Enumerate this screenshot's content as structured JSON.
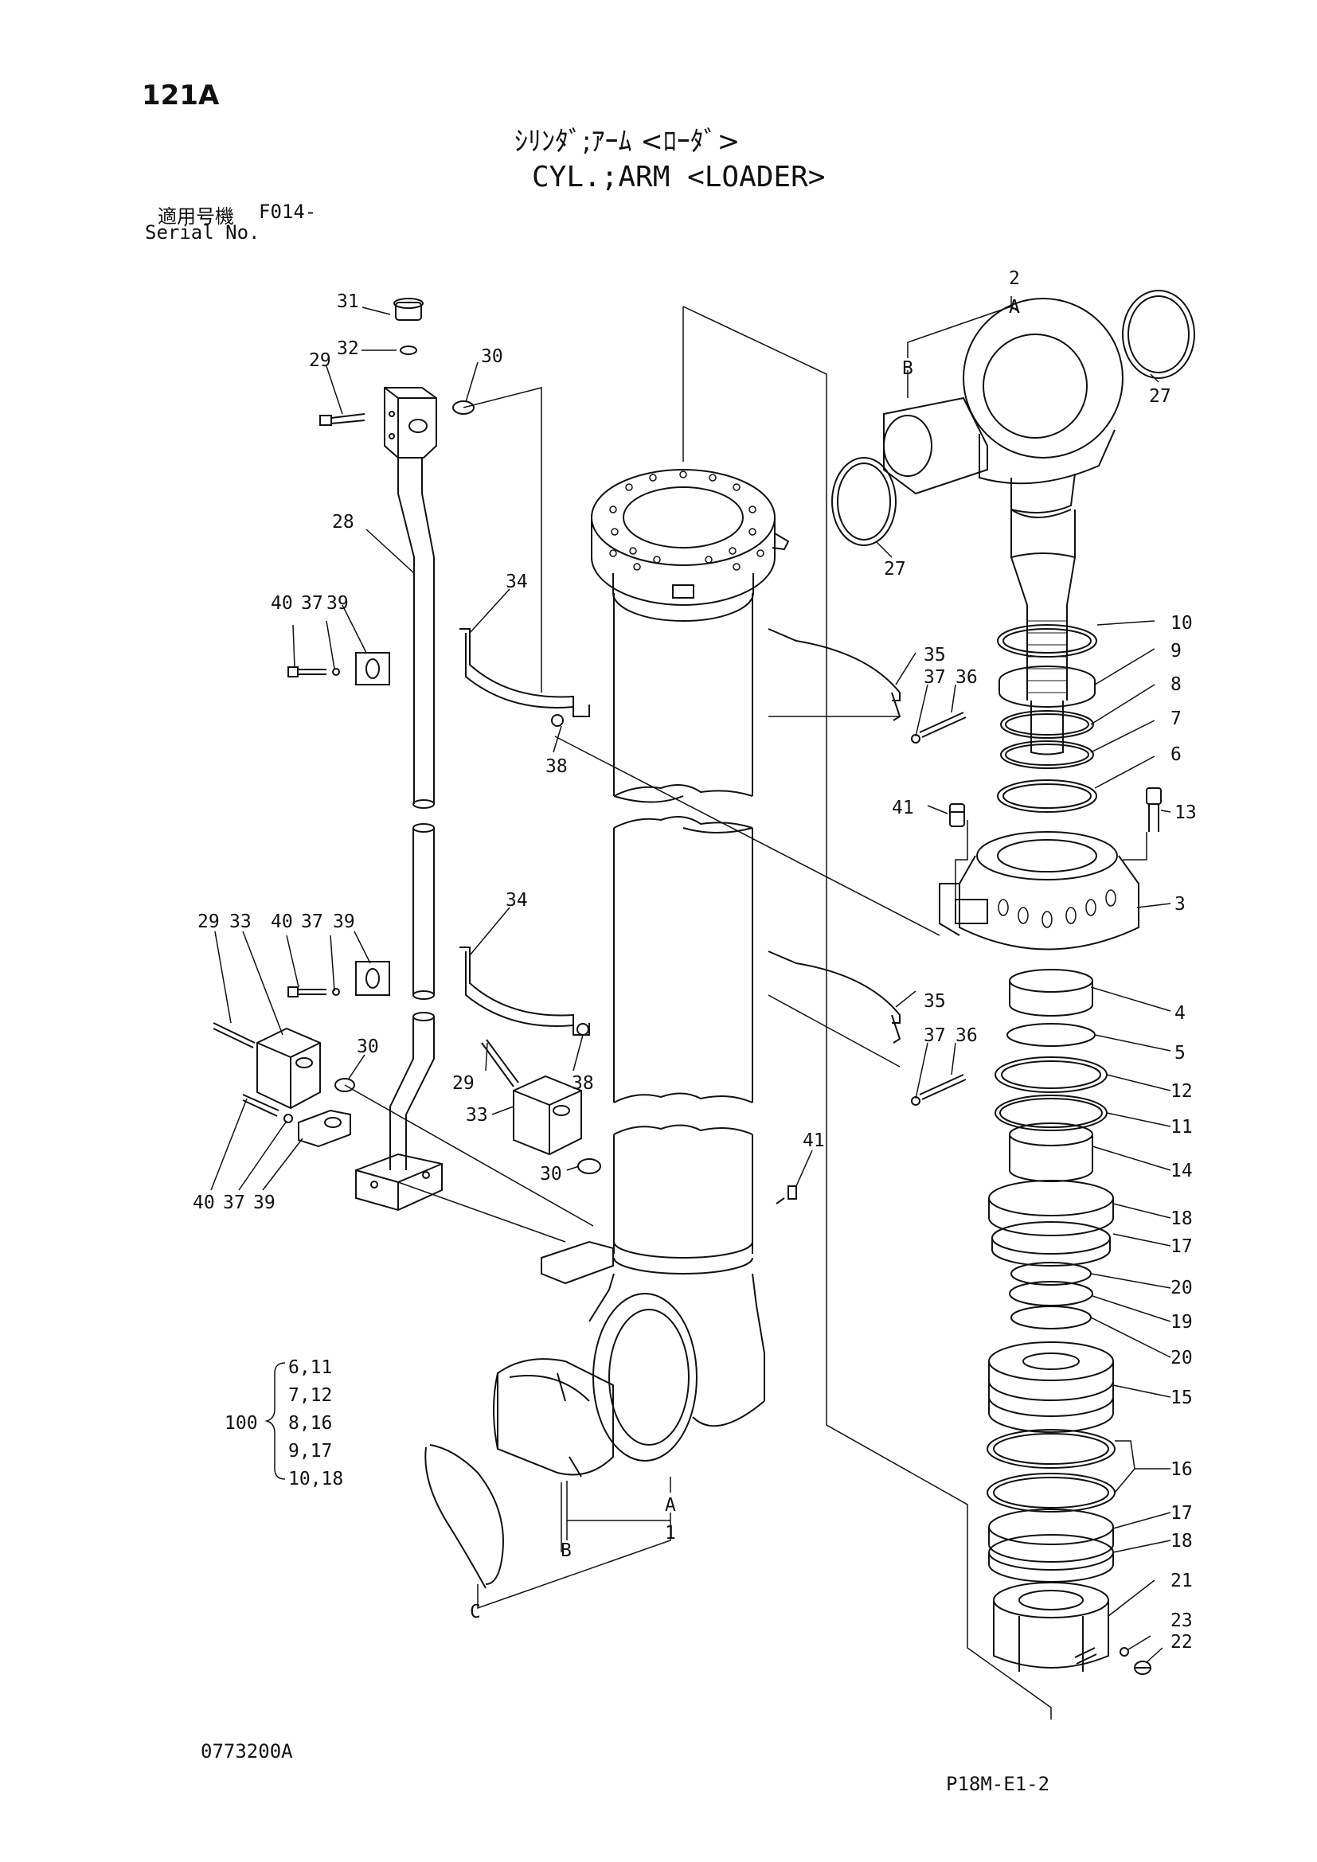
{
  "header": {
    "page_number": "121A",
    "title_ja": "ｼﾘﾝﾀﾞ;ｱｰﾑ <ﾛｰﾀﾞ>",
    "title_en": "CYL.;ARM <LOADER>",
    "model_label": "適用号機",
    "model_value": "F014-",
    "serial_label": "Serial No."
  },
  "footer": {
    "doc_code": "0773200A",
    "sheet_code": "P18M-E1-2"
  },
  "callouts": {
    "c31": "31",
    "c32": "32",
    "c29a": "29",
    "c30a": "30",
    "c28": "28",
    "c40a": "40",
    "c37a": "37",
    "c39a": "39",
    "c34a": "34",
    "c35a": "35",
    "c37b": "37",
    "c36a": "36",
    "c38a": "38",
    "c29b": "29",
    "c33a": "33",
    "c40b": "40",
    "c37c": "37",
    "c39b": "39",
    "c34b": "34",
    "c35b": "35",
    "c37d": "37",
    "c36b": "36",
    "c30b": "30",
    "c29c": "29",
    "c38b": "38",
    "c33b": "33",
    "c30c": "30",
    "c41b": "41",
    "c40c": "40",
    "c37e": "37",
    "c39c": "39",
    "c2": "2",
    "cA_top": "A",
    "cB_top": "B",
    "c27a": "27",
    "c27b": "27",
    "c10a": "10",
    "c9a": "9",
    "c8a": "8",
    "c7a": "7",
    "c6a": "6",
    "c41a": "41",
    "c13": "13",
    "c3": "3",
    "c4": "4",
    "c5": "5",
    "c12a": "12",
    "c11a": "11",
    "c14": "14",
    "c18a": "18",
    "c17a": "17",
    "c20a": "20",
    "c19": "19",
    "c20b": "20",
    "c15": "15",
    "c16a": "16",
    "c17b": "17",
    "c18b": "18",
    "c21": "21",
    "c23": "23",
    "c22": "22",
    "cA_bot": "A",
    "c1": "1",
    "cB_bot": "B",
    "cC": "C"
  },
  "kit": {
    "number": "100",
    "items": [
      "6,11",
      "7,12",
      "8,16",
      "9,17",
      "10,18"
    ]
  }
}
